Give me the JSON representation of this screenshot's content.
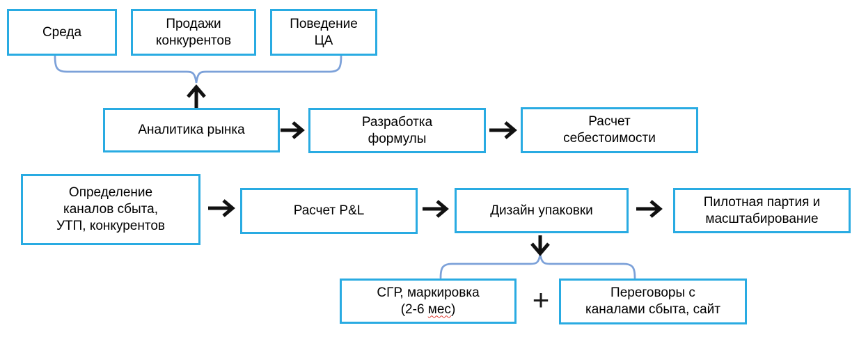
{
  "colors": {
    "box_border": "#29ABE2",
    "bracket": "#7CA1D9",
    "arrow": "#111111",
    "squiggle": "#E03C31",
    "text": "#000000",
    "background": "#FFFFFF"
  },
  "flowchart": {
    "inputs_row": {
      "sreda": {
        "lines": [
          "Среда"
        ]
      },
      "prodazhi": {
        "lines": [
          "Продажи",
          "конкурентов"
        ]
      },
      "povedenie": {
        "lines": [
          "Поведение",
          "ЦА"
        ]
      }
    },
    "analysis_row": {
      "analitika": {
        "lines": [
          "Аналитика рынка"
        ]
      },
      "razrabotka": {
        "lines": [
          "Разработка",
          "формулы"
        ]
      },
      "sebestoim": {
        "lines": [
          "Расчет",
          "себестоимости"
        ]
      }
    },
    "main_row": {
      "opredelenie": {
        "lines": [
          "Определение",
          "каналов сбыта,",
          "УТП, конкурентов"
        ]
      },
      "pl": {
        "lines": [
          "Расчет P&L"
        ]
      },
      "dizayn": {
        "lines": [
          "Дизайн упаковки"
        ]
      },
      "pilot": {
        "lines": [
          "Пилотная партия и",
          "масштабирование"
        ]
      }
    },
    "final_row": {
      "sgr": {
        "line1": "СГР, маркировка",
        "line2_prefix": "(2-6 ",
        "line2_misspelled": "мес",
        "line2_suffix": ")"
      },
      "plus_sign": "+",
      "peregovory": {
        "lines": [
          "Переговоры с",
          "каналами сбыта, сайт"
        ]
      }
    }
  }
}
